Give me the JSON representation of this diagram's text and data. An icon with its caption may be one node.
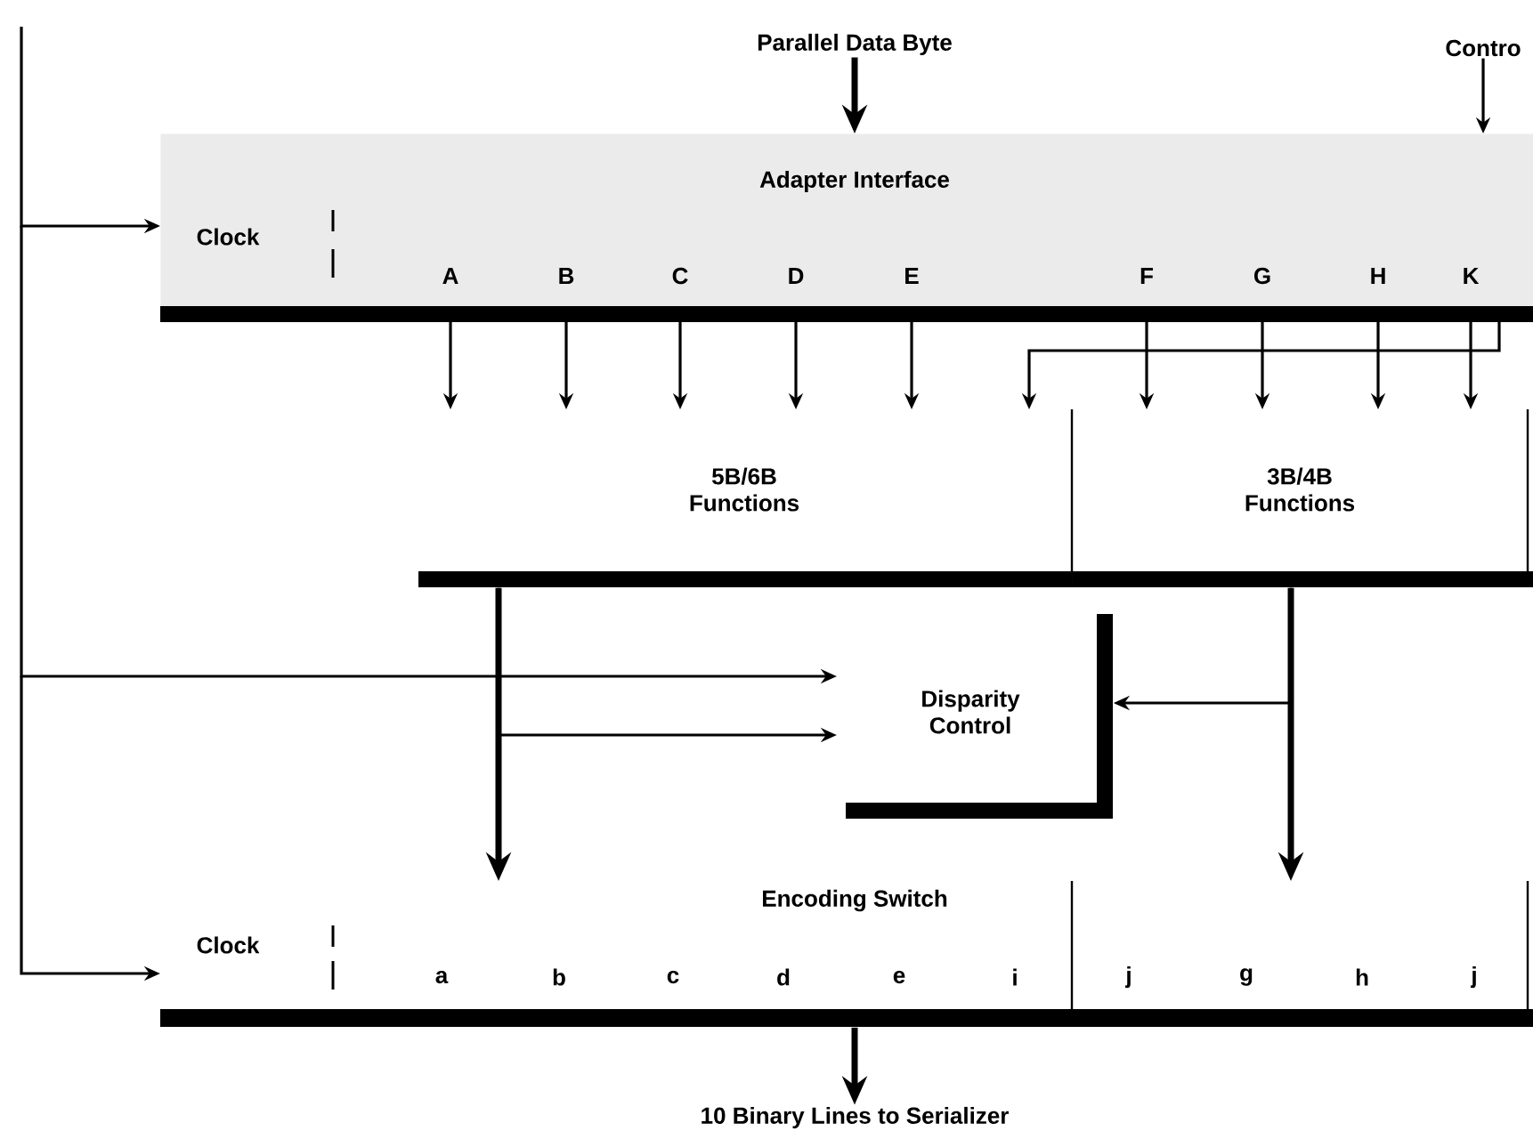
{
  "diagram": {
    "nodes": [
      {
        "text": [
          "Adapter Interface",
          "Clock",
          "A",
          "B",
          "C",
          "D",
          "E",
          "F",
          "G",
          "H",
          "K"
        ]
      },
      {
        "text": [
          "5B/6B Functions"
        ]
      },
      {
        "text": [
          "3B/4B Functions"
        ]
      },
      {
        "text": [
          "Disparity Control"
        ]
      },
      {
        "text": [
          "Encoding Switch",
          "Clock",
          "a",
          "b",
          "c",
          "d",
          "e",
          "i",
          "j",
          "g",
          "h",
          "j"
        ]
      },
      {
        "text": [
          "Parallel Data Byte"
        ]
      },
      {
        "text": [
          "Contro"
        ]
      },
      {
        "text": [
          "10 Binary Lines to Serializer"
        ]
      }
    ],
    "edges": [
      {
        "from": 5,
        "to": 0,
        "arrow": "to",
        "style": "thick"
      },
      {
        "from": 6,
        "to": 0,
        "arrow": "to"
      },
      {
        "from": null,
        "to": 0,
        "arrow": "to"
      },
      {
        "from": null,
        "to": 3,
        "arrow": "to"
      },
      {
        "from": null,
        "to": 4,
        "arrow": "to"
      },
      {
        "from": 0,
        "to": 1,
        "arrow": "to"
      },
      {
        "from": 0,
        "to": 1,
        "arrow": "to"
      },
      {
        "from": 0,
        "to": 1,
        "arrow": "to"
      },
      {
        "from": 0,
        "to": 1,
        "arrow": "to"
      },
      {
        "from": 0,
        "to": 1,
        "arrow": "to"
      },
      {
        "from": 0,
        "to": 2,
        "arrow": "to"
      },
      {
        "from": 0,
        "to": 2,
        "arrow": "to"
      },
      {
        "from": 0,
        "to": 2,
        "arrow": "to"
      },
      {
        "from": 0,
        "to": 2,
        "arrow": "to"
      },
      {
        "from": 0,
        "to": 1,
        "arrow": "to"
      },
      {
        "from": 1,
        "to": 3,
        "arrow": "to"
      },
      {
        "from": 1,
        "to": 4,
        "arrow": "to",
        "style": "thick"
      },
      {
        "from": 2,
        "to": 3,
        "arrow": "to"
      },
      {
        "from": 2,
        "to": 4,
        "arrow": "to",
        "style": "thick"
      },
      {
        "from": 4,
        "to": 7,
        "arrow": "to",
        "style": "thick"
      }
    ]
  }
}
